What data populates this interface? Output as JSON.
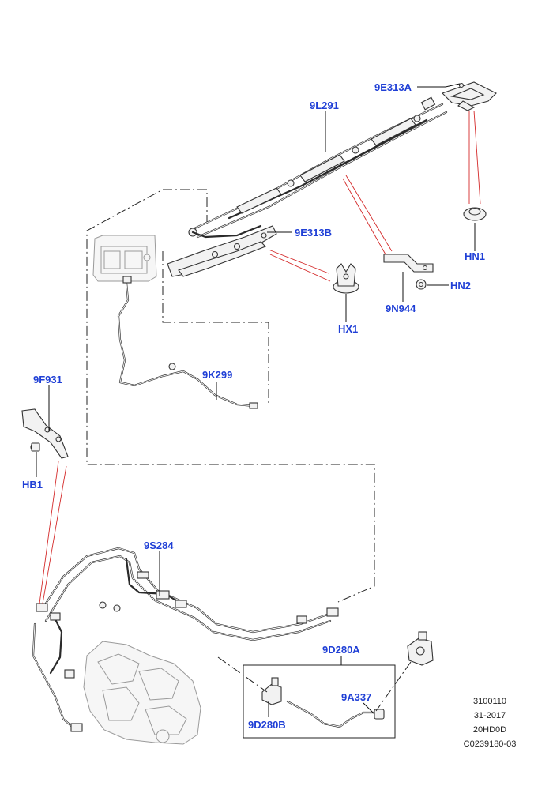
{
  "diagram": {
    "callouts": {
      "part_9E313A": "9E313A",
      "part_9L291": "9L291",
      "part_9E313B": "9E313B",
      "part_HN1": "HN1",
      "part_HX1": "HX1",
      "part_HN2": "HN2",
      "part_9N944": "9N944",
      "part_9K299": "9K299",
      "part_9F931": "9F931",
      "part_HB1": "HB1",
      "part_9S284": "9S284",
      "part_9D280A": "9D280A",
      "part_9A337": "9A337",
      "part_9D280B": "9D280B"
    },
    "reference_block": {
      "line1": "3100110",
      "line2": "31-2017",
      "line3": "20HD0D",
      "line4": "C0239180-03"
    },
    "colors": {
      "callout_text": "#1f3fd6",
      "reference_leader": "#d42a2a",
      "line_art": "#2a2a2a",
      "ghost_part": "#9a9a9a"
    }
  }
}
